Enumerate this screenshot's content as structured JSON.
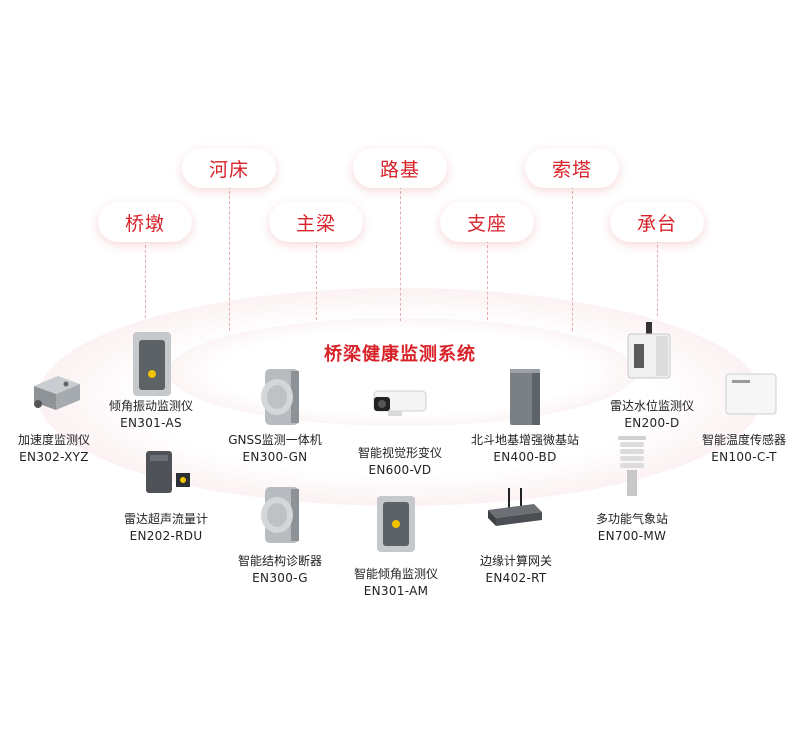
{
  "categories": {
    "hechuang": "河床",
    "luji": "路基",
    "suota": "索塔",
    "qiaodun": "桥墩",
    "zhuliang": "主梁",
    "zhizuo": "支座",
    "chengtai": "承台"
  },
  "system_title": "桥梁健康监测系统",
  "devices": {
    "accelerometer": {
      "name": "加速度监测仪",
      "code": "EN302-XYZ"
    },
    "tilt_vibration": {
      "name": "倾角振动监测仪",
      "code": "EN301-AS"
    },
    "gnss": {
      "name": "GNSS监测一体机",
      "code": "EN300-GN"
    },
    "video_deform": {
      "name": "智能视觉形变仪",
      "code": "EN600-VD"
    },
    "beidou": {
      "name": "北斗地基增强微基站",
      "code": "EN400-BD"
    },
    "radar_level": {
      "name": "雷达水位监测仪",
      "code": "EN200-D"
    },
    "temp_sensor": {
      "name": "智能温度传感器",
      "code": "EN100-C-T"
    },
    "radar_flow": {
      "name": "雷达超声流量计",
      "code": "EN202-RDU"
    },
    "structure_diag": {
      "name": "智能结构诊断器",
      "code": "EN300-G"
    },
    "smart_tilt": {
      "name": "智能倾角监测仪",
      "code": "EN301-AM"
    },
    "edge_gateway": {
      "name": "边缘计算网关",
      "code": "EN402-RT"
    },
    "weather_station": {
      "name": "多功能气象站",
      "code": "EN700-MW"
    }
  },
  "colors": {
    "accent": "#d8232a",
    "dashed_line": "#e7aeb0"
  }
}
